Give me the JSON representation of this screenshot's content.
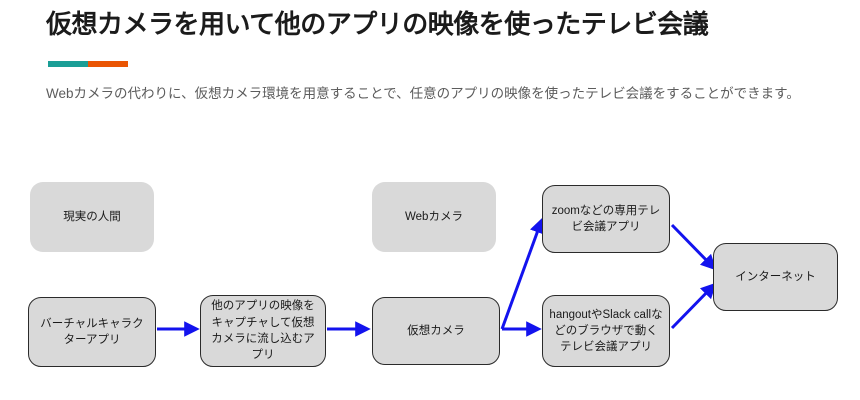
{
  "slide": {
    "title": "仮想カメラを用いて他のアプリの映像を使ったテレビ会議",
    "subtitle": "Webカメラの代わりに、仮想カメラ環境を用意することで、任意のアプリの映像を使ったテレビ会議をすることができます。",
    "accent_colors": {
      "teal": "#1a9e96",
      "orange": "#ea5504"
    }
  },
  "diagram": {
    "node_fill": "#d9d9d9",
    "node_border": "#2b2b2b",
    "arrow_color": "#1313ee",
    "nodes": {
      "human": "現実の人間",
      "webcam": "Webカメラ",
      "virtual_character_app": "バーチャルキャラクターアプリ",
      "capture_app": "他のアプリの映像をキャプチャして仮想カメラに流し込むアプリ",
      "virtual_camera": "仮想カメラ",
      "zoom_app": "zoomなどの専用テレビ会議アプリ",
      "browser_app": "hangoutやSlack callなどのブラウザで動くテレビ会議アプリ",
      "internet": "インターネット"
    }
  }
}
